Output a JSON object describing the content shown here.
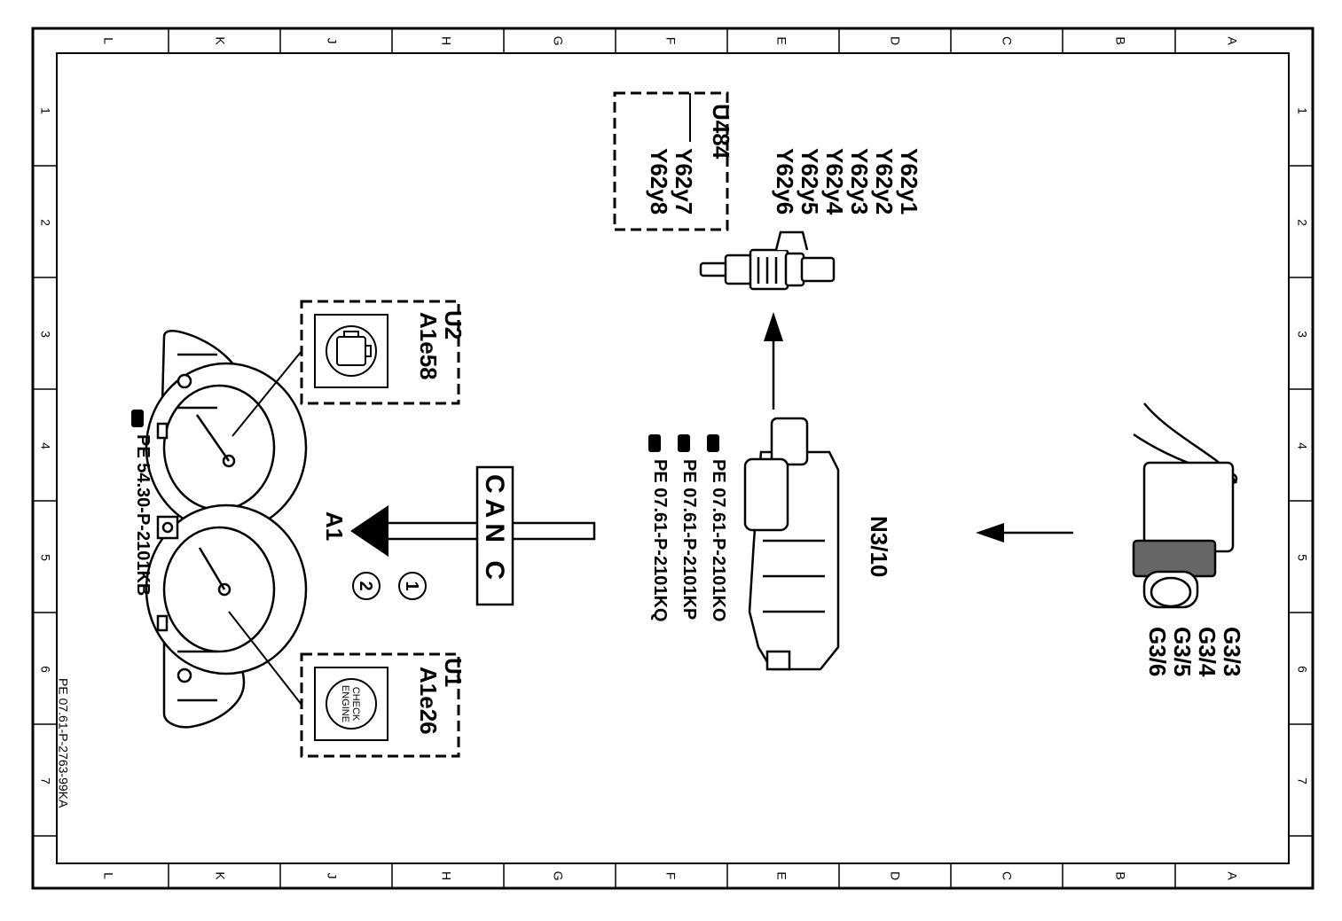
{
  "border": {
    "columns": [
      "L",
      "K",
      "J",
      "H",
      "G",
      "F",
      "E",
      "D",
      "C",
      "B",
      "A"
    ],
    "rows": [
      "1",
      "2",
      "3",
      "4",
      "5",
      "6",
      "7"
    ]
  },
  "document_number": "PE 07.61-P-2763-99KA",
  "sensors": {
    "labels": [
      "G3/3",
      "G3/4",
      "G3/5",
      "G3/6"
    ]
  },
  "control_unit": {
    "label": "N3/10",
    "references": [
      "PE 07.61-P-2101KO",
      "PE 07.61-P-2101KP",
      "PE 07.61-P-2101KQ"
    ]
  },
  "injectors": {
    "labels": [
      "Y62y1",
      "Y62y2",
      "Y62y3",
      "Y62y4",
      "Y62y5",
      "Y62y6"
    ],
    "variant_box": {
      "header": "U484",
      "labels": [
        "Y62y7",
        "Y62y8"
      ]
    }
  },
  "bus": {
    "label": "CAN C"
  },
  "instrument_cluster": {
    "label": "A1",
    "reference": "PE 54.30-P-2101KB",
    "markers": [
      "1",
      "2"
    ],
    "lamp_u2": {
      "variant": "U2",
      "label": "A1e58"
    },
    "lamp_u1": {
      "variant": "U1",
      "label": "A1e26",
      "icon_text_1": "CHECK",
      "icon_text_2": "ENGINE"
    }
  },
  "colors": {
    "ink": "#000000",
    "paper": "#ffffff",
    "mesh": "#555555"
  }
}
